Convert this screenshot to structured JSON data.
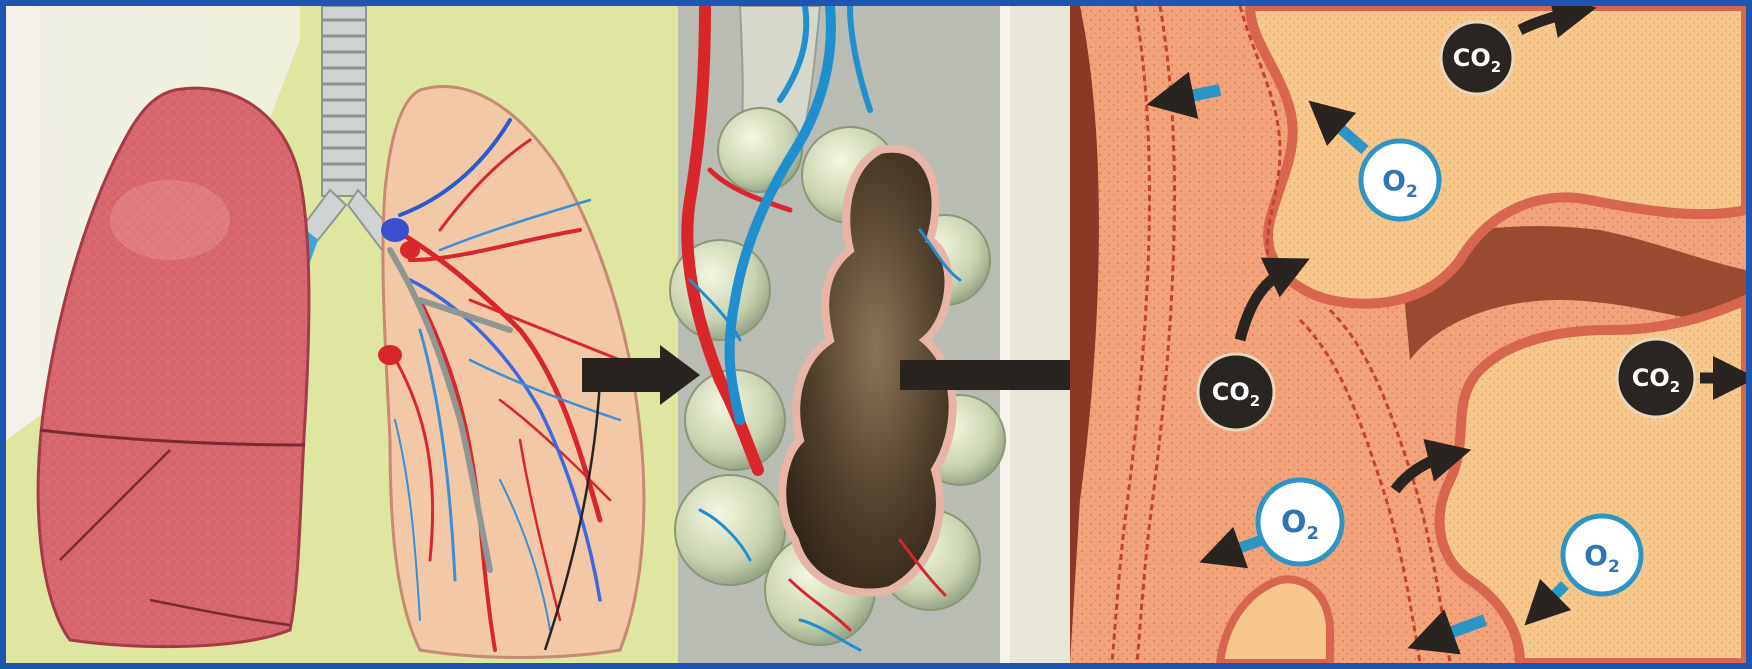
{
  "diagram": {
    "panels": [
      "lungs",
      "alveoli-cluster",
      "alveolar-gas-exchange"
    ],
    "colors": {
      "frame_blue": "#1f55b0",
      "lung_pink": "#d96a72",
      "panel1_bg": "#dfe6a0",
      "panel2_bg": "#b9bcb3",
      "tissue": "#f2a37a",
      "alveolus": "#f8c78c",
      "membrane": "#d8664f",
      "artery_red": "#d9262b",
      "vein_blue": "#1f8fd0",
      "arrow_dark": "#2a2420",
      "o2_arrow": "#2d95c4",
      "co2_circle": "#2b2522"
    },
    "gas_labels": [
      {
        "id": "co2-top",
        "base": "CO",
        "sub": "2"
      },
      {
        "id": "o2-upper",
        "base": "O",
        "sub": "2"
      },
      {
        "id": "co2-left",
        "base": "CO",
        "sub": "2"
      },
      {
        "id": "co2-right",
        "base": "CO",
        "sub": "2"
      },
      {
        "id": "o2-lower-left",
        "base": "O",
        "sub": "2"
      },
      {
        "id": "o2-lower-right",
        "base": "O",
        "sub": "2"
      }
    ]
  }
}
